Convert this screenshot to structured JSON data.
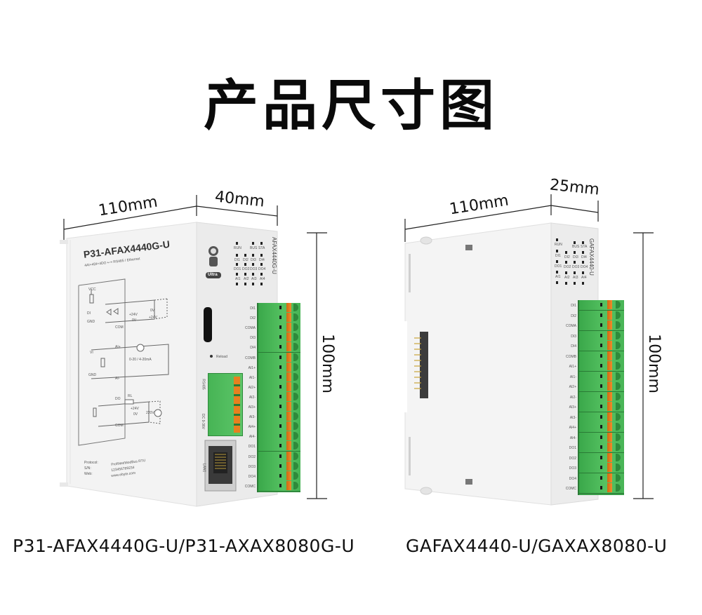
{
  "page_title": "产品尺寸图",
  "left_product": {
    "caption": "P31-AFAX4440G-U/P31-AXAX8080G-U",
    "dimensions": {
      "length": "110mm",
      "width": "40mm",
      "height": "100mm"
    },
    "label": {
      "model": "P31-AFAX4440G-U",
      "subtitle": "4AI+4DI+4DO ⟷ RS485 / Ethernet",
      "side_model": "AFAX4440G-U",
      "badge": "Ultra",
      "info_keys": [
        "Protocol:",
        "S/N:",
        "Web:"
      ],
      "info_values": [
        "ProfiNet/ModBus RTU",
        "123456789234",
        "www.ebyte.com"
      ]
    },
    "leds": {
      "row1": [
        "RUN",
        "",
        "BUS",
        "STA"
      ],
      "row2": [
        "DI1",
        "DI2",
        "DI3",
        "DI4"
      ],
      "row3": [
        "DO1",
        "DO2",
        "DO3",
        "DO4"
      ],
      "row4": [
        "AI1",
        "AI2",
        "AI3",
        "AI4"
      ]
    },
    "schematic": {
      "di_labels": [
        "VCC",
        "DI",
        "GND",
        "COM",
        "+24V",
        "0V",
        "0V",
        "+24V"
      ],
      "ai_labels": [
        "VI",
        "AI+",
        "GND",
        "AI-",
        "0-20 / 4-20mA"
      ],
      "do_labels": [
        "DO",
        "RL",
        "+24V",
        "0V",
        "COM",
        "220V"
      ]
    },
    "ports": {
      "reload": "Reload",
      "rs485": "RS485",
      "power": "DC 9-36V",
      "lan": "LAN1"
    },
    "terminal_pins": [
      "DI1",
      "DI2",
      "COMA",
      "DI3",
      "DI4",
      "COMB",
      "AI1+",
      "AI1-",
      "AI2+",
      "AI2-",
      "AI3+",
      "AI3-",
      "AI4+",
      "AI4-",
      "DO1",
      "DO2",
      "DO3",
      "DO4",
      "COMC"
    ]
  },
  "right_product": {
    "caption": "GAFAX4440-U/GAXAX8080-U",
    "dimensions": {
      "length": "110mm",
      "width": "25mm",
      "height": "100mm"
    },
    "side_model": "GAFAX4440-U",
    "leds": {
      "row1": [
        "RUN",
        "",
        "BUS",
        "STA"
      ],
      "row2": [
        "DI1",
        "DI2",
        "DI3",
        "DI4"
      ],
      "row3": [
        "DO1",
        "DO2",
        "DO3",
        "DO4"
      ],
      "row4": [
        "AI1",
        "AI2",
        "AI3",
        "AI4"
      ]
    },
    "terminal_pins": [
      "DI1",
      "DI2",
      "COMA",
      "DI3",
      "DI4",
      "COMB",
      "AI1+",
      "AI1-",
      "AI2+",
      "AI2-",
      "AI3+",
      "AI3-",
      "AI4+",
      "AI4-",
      "DO1",
      "DO2",
      "DO3",
      "DO4",
      "COMC"
    ]
  },
  "colors": {
    "terminal_green": "#4cb85a",
    "terminal_orange": "#e87b1e",
    "housing": "#f2f2f2",
    "housing_side": "#e6e6e6"
  }
}
